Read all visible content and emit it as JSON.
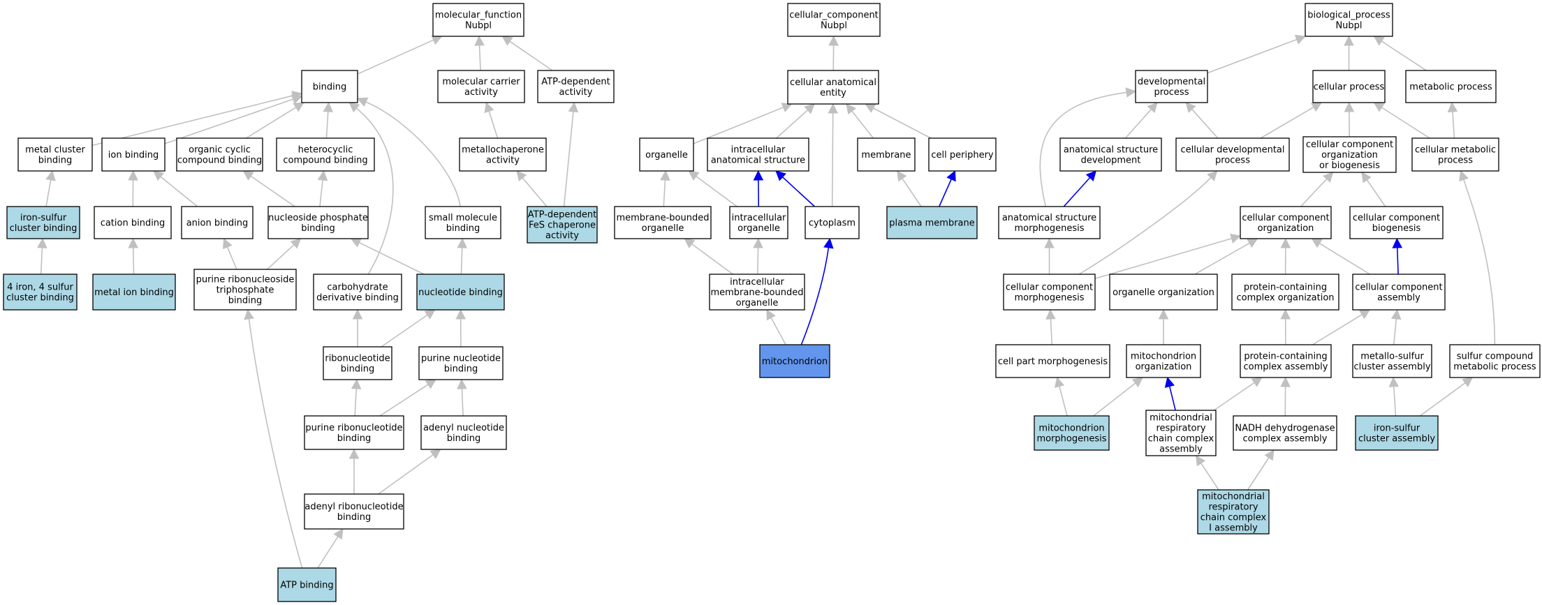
{
  "colors": {
    "default_fill": "#ffffff",
    "highlight_fill": "#add8e6",
    "focus_fill": "#6495ed",
    "grey_edge": "#c0c0c0",
    "blue_edge": "#0000ee"
  },
  "nodes": {
    "mf_root": {
      "lines": [
        "molecular_function",
        "Nubpl"
      ],
      "fill": "default"
    },
    "binding": {
      "lines": [
        "binding"
      ],
      "fill": "default"
    },
    "mol_carrier": {
      "lines": [
        "molecular carrier",
        "activity"
      ],
      "fill": "default"
    },
    "atp_dep_act": {
      "lines": [
        "ATP-dependent",
        "activity"
      ],
      "fill": "default"
    },
    "metal_cluster": {
      "lines": [
        "metal cluster",
        "binding"
      ],
      "fill": "default"
    },
    "ion_binding": {
      "lines": [
        "ion binding"
      ],
      "fill": "default"
    },
    "org_cyclic": {
      "lines": [
        "organic cyclic",
        "compound binding"
      ],
      "fill": "default"
    },
    "heterocyclic": {
      "lines": [
        "heterocyclic",
        "compound binding"
      ],
      "fill": "default"
    },
    "metallochaperone": {
      "lines": [
        "metallochaperone",
        "activity"
      ],
      "fill": "default"
    },
    "fes_cluster_binding": {
      "lines": [
        "iron-sulfur",
        "cluster binding"
      ],
      "fill": "highlight"
    },
    "cation_binding": {
      "lines": [
        "cation binding"
      ],
      "fill": "default"
    },
    "anion_binding": {
      "lines": [
        "anion binding"
      ],
      "fill": "default"
    },
    "nucleoside_phosphate": {
      "lines": [
        "nucleoside phosphate",
        "binding"
      ],
      "fill": "default"
    },
    "small_molecule": {
      "lines": [
        "small molecule",
        "binding"
      ],
      "fill": "default"
    },
    "atp_fes_chaperone": {
      "lines": [
        "ATP-dependent",
        "FeS chaperone",
        "activity"
      ],
      "fill": "highlight"
    },
    "fe4s4_binding": {
      "lines": [
        "4 iron, 4 sulfur",
        "cluster binding"
      ],
      "fill": "highlight"
    },
    "metal_ion_binding": {
      "lines": [
        "metal ion binding"
      ],
      "fill": "highlight"
    },
    "purine_ribonucleoside_tp": {
      "lines": [
        "purine ribonucleoside",
        "triphosphate",
        "binding"
      ],
      "fill": "default"
    },
    "carbohydrate_deriv": {
      "lines": [
        "carbohydrate",
        "derivative binding"
      ],
      "fill": "default"
    },
    "nucleotide_binding": {
      "lines": [
        "nucleotide binding"
      ],
      "fill": "highlight"
    },
    "ribonucleotide": {
      "lines": [
        "ribonucleotide",
        "binding"
      ],
      "fill": "default"
    },
    "purine_nucleotide": {
      "lines": [
        "purine nucleotide",
        "binding"
      ],
      "fill": "default"
    },
    "purine_ribonucleotide": {
      "lines": [
        "purine ribonucleotide",
        "binding"
      ],
      "fill": "default"
    },
    "adenyl_nucleotide": {
      "lines": [
        "adenyl nucleotide",
        "binding"
      ],
      "fill": "default"
    },
    "adenyl_ribonucleotide": {
      "lines": [
        "adenyl ribonucleotide",
        "binding"
      ],
      "fill": "default"
    },
    "atp_binding": {
      "lines": [
        "ATP binding"
      ],
      "fill": "highlight"
    },
    "cc_root": {
      "lines": [
        "cellular_component",
        "Nubpl"
      ],
      "fill": "default"
    },
    "cell_anat_entity": {
      "lines": [
        "cellular anatomical",
        "entity"
      ],
      "fill": "default"
    },
    "organelle": {
      "lines": [
        "organelle"
      ],
      "fill": "default"
    },
    "intracell_anat": {
      "lines": [
        "intracellular",
        "anatomical structure"
      ],
      "fill": "default"
    },
    "membrane": {
      "lines": [
        "membrane"
      ],
      "fill": "default"
    },
    "cell_periphery": {
      "lines": [
        "cell periphery"
      ],
      "fill": "default"
    },
    "membrane_bounded_org": {
      "lines": [
        "membrane-bounded",
        "organelle"
      ],
      "fill": "default"
    },
    "intracell_organelle": {
      "lines": [
        "intracellular",
        "organelle"
      ],
      "fill": "default"
    },
    "cytoplasm": {
      "lines": [
        "cytoplasm"
      ],
      "fill": "default"
    },
    "plasma_membrane": {
      "lines": [
        "plasma membrane"
      ],
      "fill": "highlight"
    },
    "intracell_mb_org": {
      "lines": [
        "intracellular",
        "membrane-bounded",
        "organelle"
      ],
      "fill": "default"
    },
    "mitochondrion": {
      "lines": [
        "mitochondrion"
      ],
      "fill": "focus"
    },
    "bp_root": {
      "lines": [
        "biological_process",
        "Nubpl"
      ],
      "fill": "default"
    },
    "dev_process": {
      "lines": [
        "developmental",
        "process"
      ],
      "fill": "default"
    },
    "cellular_process": {
      "lines": [
        "cellular process"
      ],
      "fill": "default"
    },
    "metabolic_process": {
      "lines": [
        "metabolic process"
      ],
      "fill": "default"
    },
    "anat_struct_dev": {
      "lines": [
        "anatomical structure",
        "development"
      ],
      "fill": "default"
    },
    "cell_dev_process": {
      "lines": [
        "cellular developmental",
        "process"
      ],
      "fill": "default"
    },
    "cc_org_biogen": {
      "lines": [
        "cellular component",
        "organization",
        "or biogenesis"
      ],
      "fill": "default"
    },
    "cell_metabolic": {
      "lines": [
        "cellular metabolic",
        "process"
      ],
      "fill": "default"
    },
    "anat_struct_morph": {
      "lines": [
        "anatomical structure",
        "morphogenesis"
      ],
      "fill": "default"
    },
    "cc_organization": {
      "lines": [
        "cellular component",
        "organization"
      ],
      "fill": "default"
    },
    "cc_biogenesis": {
      "lines": [
        "cellular component",
        "biogenesis"
      ],
      "fill": "default"
    },
    "cc_morphogenesis": {
      "lines": [
        "cellular component",
        "morphogenesis"
      ],
      "fill": "default"
    },
    "organelle_org": {
      "lines": [
        "organelle organization"
      ],
      "fill": "default"
    },
    "protein_complex_org": {
      "lines": [
        "protein-containing",
        "complex organization"
      ],
      "fill": "default"
    },
    "cc_assembly": {
      "lines": [
        "cellular component",
        "assembly"
      ],
      "fill": "default"
    },
    "cell_part_morph": {
      "lines": [
        "cell part morphogenesis"
      ],
      "fill": "default"
    },
    "mito_org": {
      "lines": [
        "mitochondrion",
        "organization"
      ],
      "fill": "default"
    },
    "protein_complex_assembly": {
      "lines": [
        "protein-containing",
        "complex assembly"
      ],
      "fill": "default"
    },
    "metallo_sulfur_assembly": {
      "lines": [
        "metallo-sulfur",
        "cluster assembly"
      ],
      "fill": "default"
    },
    "sulfur_compound_metab": {
      "lines": [
        "sulfur compound",
        "metabolic process"
      ],
      "fill": "default"
    },
    "mito_morph": {
      "lines": [
        "mitochondrion",
        "morphogenesis"
      ],
      "fill": "highlight"
    },
    "mito_resp_chain_assembly": {
      "lines": [
        "mitochondrial",
        "respiratory",
        "chain complex",
        "assembly"
      ],
      "fill": "default"
    },
    "nadh_dh_assembly": {
      "lines": [
        "NADH dehydrogenase",
        "complex assembly"
      ],
      "fill": "default"
    },
    "fes_cluster_assembly": {
      "lines": [
        "iron-sulfur",
        "cluster assembly"
      ],
      "fill": "highlight"
    },
    "mito_resp_chain_ci_assembly": {
      "lines": [
        "mitochondrial",
        "respiratory",
        "chain complex",
        "I assembly"
      ],
      "fill": "highlight"
    }
  },
  "edges": [
    [
      "binding",
      "mf_root",
      "grey"
    ],
    [
      "mol_carrier",
      "mf_root",
      "grey"
    ],
    [
      "atp_dep_act",
      "mf_root",
      "grey"
    ],
    [
      "metal_cluster",
      "binding",
      "grey"
    ],
    [
      "ion_binding",
      "binding",
      "grey"
    ],
    [
      "org_cyclic",
      "binding",
      "grey"
    ],
    [
      "heterocyclic",
      "binding",
      "grey"
    ],
    [
      "small_molecule",
      "binding",
      "grey"
    ],
    [
      "carbohydrate_deriv",
      "binding",
      "grey"
    ],
    [
      "metallochaperone",
      "mol_carrier",
      "grey"
    ],
    [
      "atp_fes_chaperone",
      "metallochaperone",
      "grey"
    ],
    [
      "atp_fes_chaperone",
      "atp_dep_act",
      "grey"
    ],
    [
      "fes_cluster_binding",
      "metal_cluster",
      "grey"
    ],
    [
      "fe4s4_binding",
      "fes_cluster_binding",
      "grey"
    ],
    [
      "cation_binding",
      "ion_binding",
      "grey"
    ],
    [
      "anion_binding",
      "ion_binding",
      "grey"
    ],
    [
      "metal_ion_binding",
      "cation_binding",
      "grey"
    ],
    [
      "nucleoside_phosphate",
      "org_cyclic",
      "grey"
    ],
    [
      "nucleoside_phosphate",
      "heterocyclic",
      "grey"
    ],
    [
      "purine_ribonucleoside_tp",
      "anion_binding",
      "grey"
    ],
    [
      "purine_ribonucleoside_tp",
      "nucleoside_phosphate",
      "grey"
    ],
    [
      "nucleotide_binding",
      "nucleoside_phosphate",
      "grey"
    ],
    [
      "nucleotide_binding",
      "small_molecule",
      "grey"
    ],
    [
      "ribonucleotide",
      "carbohydrate_deriv",
      "grey"
    ],
    [
      "ribonucleotide",
      "nucleotide_binding",
      "grey"
    ],
    [
      "purine_nucleotide",
      "nucleotide_binding",
      "grey"
    ],
    [
      "purine_ribonucleotide",
      "ribonucleotide",
      "grey"
    ],
    [
      "purine_ribonucleotide",
      "purine_nucleotide",
      "grey"
    ],
    [
      "adenyl_nucleotide",
      "purine_nucleotide",
      "grey"
    ],
    [
      "adenyl_ribonucleotide",
      "purine_ribonucleotide",
      "grey"
    ],
    [
      "adenyl_ribonucleotide",
      "adenyl_nucleotide",
      "grey"
    ],
    [
      "atp_binding",
      "adenyl_ribonucleotide",
      "grey"
    ],
    [
      "atp_binding",
      "purine_ribonucleoside_tp",
      "grey"
    ],
    [
      "cell_anat_entity",
      "cc_root",
      "grey"
    ],
    [
      "organelle",
      "cell_anat_entity",
      "grey"
    ],
    [
      "intracell_anat",
      "cell_anat_entity",
      "grey"
    ],
    [
      "membrane",
      "cell_anat_entity",
      "grey"
    ],
    [
      "cell_periphery",
      "cell_anat_entity",
      "grey"
    ],
    [
      "cytoplasm",
      "cell_anat_entity",
      "grey"
    ],
    [
      "membrane_bounded_org",
      "organelle",
      "grey"
    ],
    [
      "intracell_organelle",
      "organelle",
      "grey"
    ],
    [
      "intracell_organelle",
      "intracell_anat",
      "blue"
    ],
    [
      "cytoplasm",
      "intracell_anat",
      "blue"
    ],
    [
      "plasma_membrane",
      "membrane",
      "grey"
    ],
    [
      "plasma_membrane",
      "cell_periphery",
      "blue"
    ],
    [
      "intracell_mb_org",
      "membrane_bounded_org",
      "grey"
    ],
    [
      "intracell_mb_org",
      "intracell_organelle",
      "grey"
    ],
    [
      "mitochondrion",
      "intracell_mb_org",
      "grey"
    ],
    [
      "mitochondrion",
      "cytoplasm",
      "blue"
    ],
    [
      "dev_process",
      "bp_root",
      "grey"
    ],
    [
      "cellular_process",
      "bp_root",
      "grey"
    ],
    [
      "metabolic_process",
      "bp_root",
      "grey"
    ],
    [
      "anat_struct_dev",
      "dev_process",
      "grey"
    ],
    [
      "cell_dev_process",
      "dev_process",
      "grey"
    ],
    [
      "cell_dev_process",
      "cellular_process",
      "grey"
    ],
    [
      "cc_org_biogen",
      "cellular_process",
      "grey"
    ],
    [
      "cell_metabolic",
      "cellular_process",
      "grey"
    ],
    [
      "cell_metabolic",
      "metabolic_process",
      "grey"
    ],
    [
      "anat_struct_morph",
      "dev_process",
      "grey"
    ],
    [
      "anat_struct_morph",
      "anat_struct_dev",
      "blue"
    ],
    [
      "cc_organization",
      "cc_org_biogen",
      "grey"
    ],
    [
      "cc_biogenesis",
      "cc_org_biogen",
      "grey"
    ],
    [
      "cc_morphogenesis",
      "anat_struct_morph",
      "grey"
    ],
    [
      "cc_morphogenesis",
      "cell_dev_process",
      "grey"
    ],
    [
      "cc_morphogenesis",
      "cc_organization",
      "grey"
    ],
    [
      "organelle_org",
      "cc_organization",
      "grey"
    ],
    [
      "protein_complex_org",
      "cc_organization",
      "grey"
    ],
    [
      "cc_assembly",
      "cc_organization",
      "grey"
    ],
    [
      "cc_assembly",
      "cc_biogenesis",
      "blue"
    ],
    [
      "cell_part_morph",
      "cc_morphogenesis",
      "grey"
    ],
    [
      "mito_org",
      "organelle_org",
      "grey"
    ],
    [
      "protein_complex_assembly",
      "protein_complex_org",
      "grey"
    ],
    [
      "protein_complex_assembly",
      "cc_assembly",
      "grey"
    ],
    [
      "metallo_sulfur_assembly",
      "cc_assembly",
      "grey"
    ],
    [
      "sulfur_compound_metab",
      "cell_metabolic",
      "grey"
    ],
    [
      "mito_morph",
      "cell_part_morph",
      "grey"
    ],
    [
      "mito_morph",
      "mito_org",
      "grey"
    ],
    [
      "mito_resp_chain_assembly",
      "mito_org",
      "blue"
    ],
    [
      "mito_resp_chain_assembly",
      "protein_complex_assembly",
      "grey"
    ],
    [
      "nadh_dh_assembly",
      "protein_complex_assembly",
      "grey"
    ],
    [
      "fes_cluster_assembly",
      "metallo_sulfur_assembly",
      "grey"
    ],
    [
      "fes_cluster_assembly",
      "sulfur_compound_metab",
      "grey"
    ],
    [
      "mito_resp_chain_ci_assembly",
      "mito_resp_chain_assembly",
      "grey"
    ],
    [
      "mito_resp_chain_ci_assembly",
      "nadh_dh_assembly",
      "grey"
    ]
  ]
}
